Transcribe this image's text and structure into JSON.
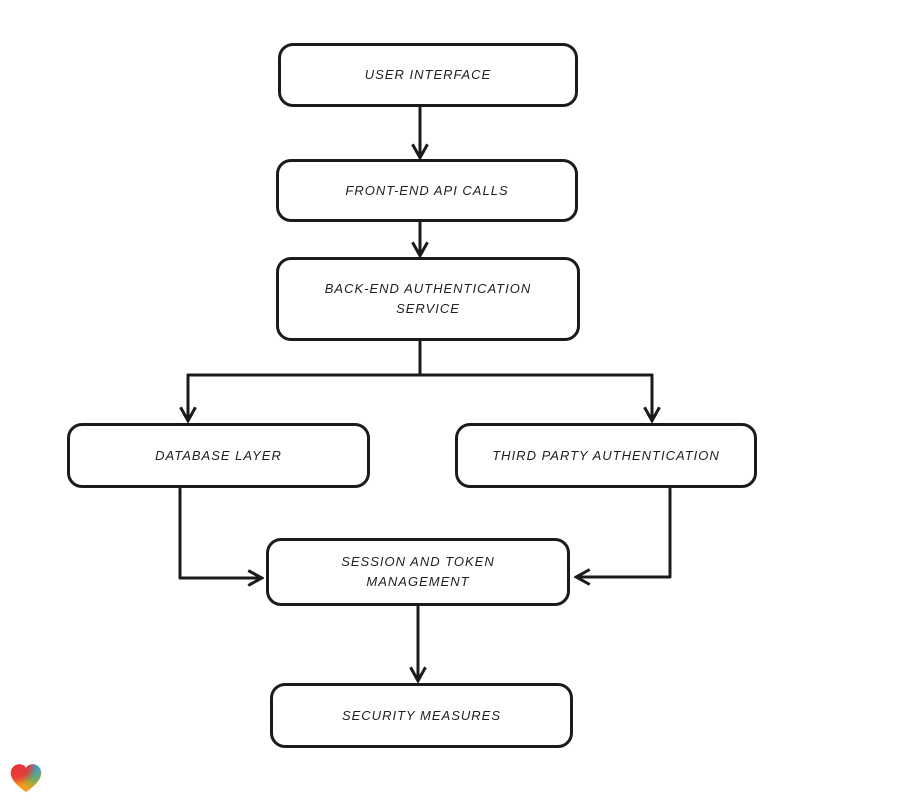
{
  "diagram": {
    "type": "flowchart",
    "nodes": [
      {
        "id": "user-interface",
        "lines": [
          "USER INTERFACE"
        ]
      },
      {
        "id": "front-end-api-calls",
        "lines": [
          "FRONT-END API CALLS"
        ]
      },
      {
        "id": "back-end-authentication-service",
        "lines": [
          "BACK-END AUTHENTICATION",
          "SERVICE"
        ]
      },
      {
        "id": "database-layer",
        "lines": [
          "DATABASE LAYER"
        ]
      },
      {
        "id": "third-party-authentication",
        "lines": [
          "THIRD PARTY AUTHENTICATION"
        ]
      },
      {
        "id": "session-and-token-management",
        "lines": [
          "SESSION AND TOKEN",
          "MANAGEMENT"
        ]
      },
      {
        "id": "security-measures",
        "lines": [
          "SECURITY MEASURES"
        ]
      }
    ],
    "edges": [
      {
        "from": "user-interface",
        "to": "front-end-api-calls"
      },
      {
        "from": "front-end-api-calls",
        "to": "back-end-authentication-service"
      },
      {
        "from": "back-end-authentication-service",
        "to": "database-layer"
      },
      {
        "from": "back-end-authentication-service",
        "to": "third-party-authentication"
      },
      {
        "from": "database-layer",
        "to": "session-and-token-management"
      },
      {
        "from": "third-party-authentication",
        "to": "session-and-token-management"
      },
      {
        "from": "session-and-token-management",
        "to": "security-measures"
      }
    ]
  },
  "colors": {
    "stroke": "#1b1b1b",
    "node_fill": "#ffffff",
    "background": "#ffffff",
    "heart_red": "#e6303a",
    "heart_orange": "#f59e1c",
    "heart_blue": "#2e9fd9",
    "heart_green": "#5eb84d"
  },
  "logo": {
    "name": "lovable-heart-logo"
  }
}
